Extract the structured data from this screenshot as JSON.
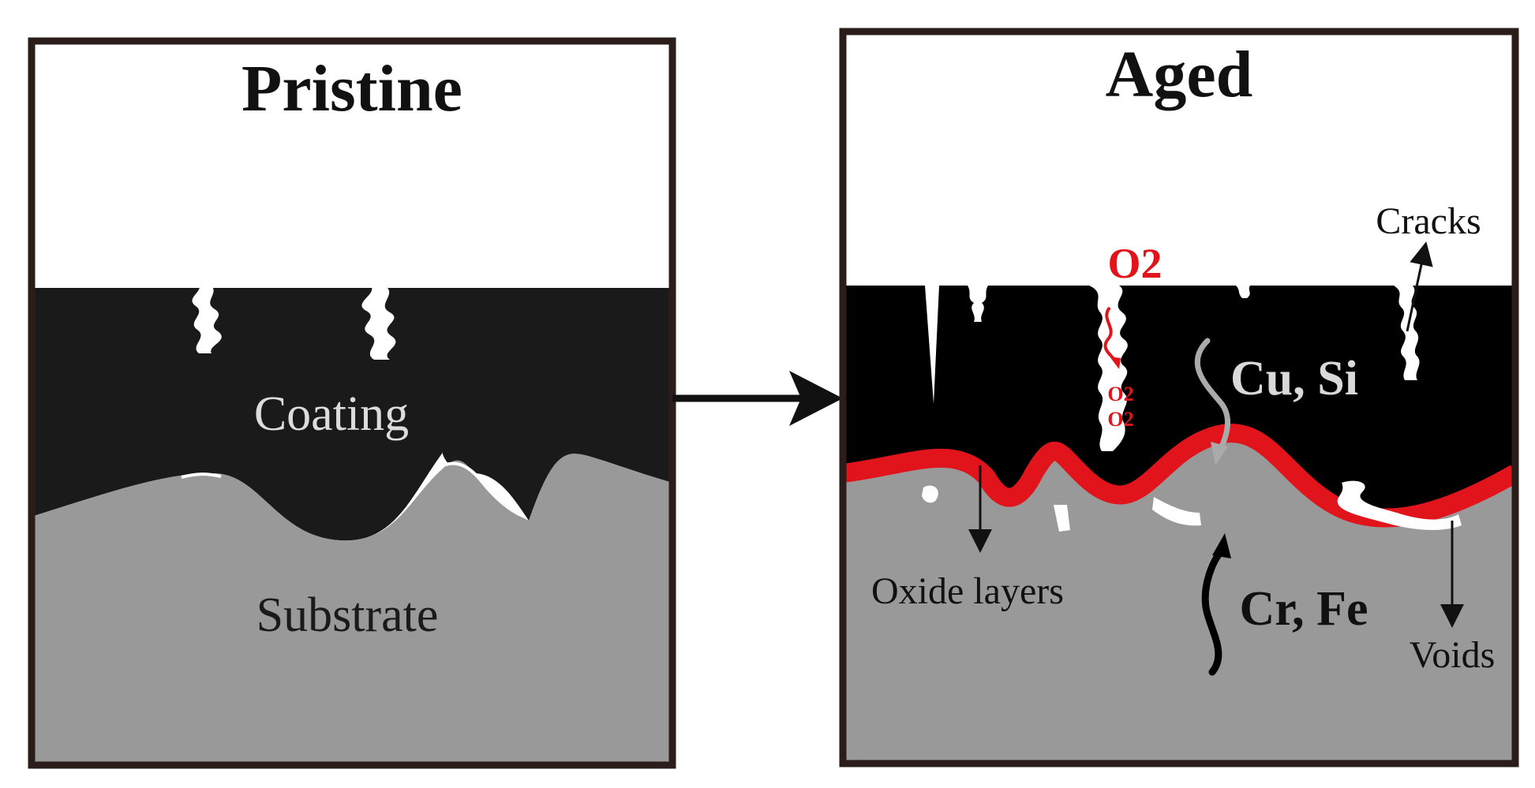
{
  "pristine": {
    "title": "Pristine",
    "coating_label": "Coating",
    "substrate_label": "Substrate"
  },
  "aged": {
    "title": "Aged",
    "oxygen": "O2",
    "oxygen_small": "O2",
    "cracks": "Cracks",
    "cu_si": "Cu, Si",
    "cr_fe": "Cr, Fe",
    "oxide_layers": "Oxide layers",
    "voids": "Voids"
  },
  "colors": {
    "coating": "#000000",
    "pristine_coating": "#1a1a1a",
    "substrate": "#999999",
    "oxide": "#e0141a",
    "frame": "#2a1d1a",
    "crack": "#ffffff"
  }
}
